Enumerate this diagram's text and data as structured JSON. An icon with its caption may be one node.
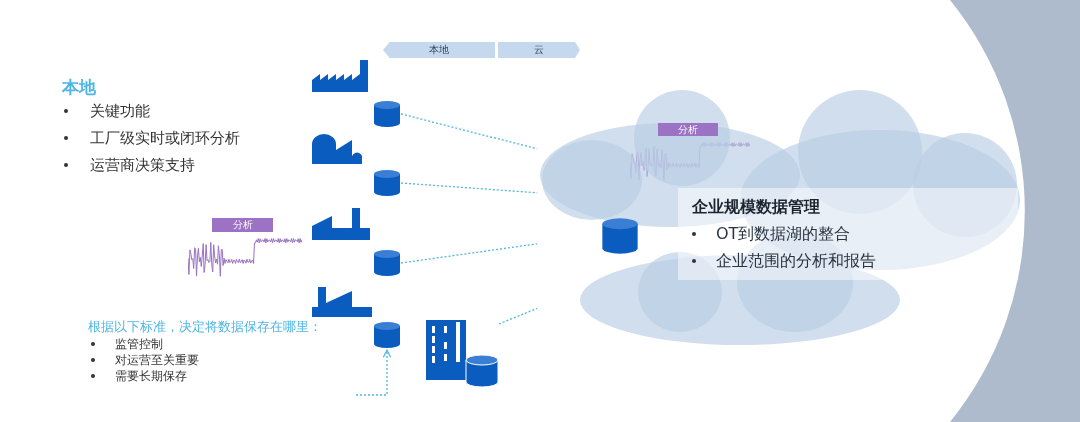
{
  "diagram": {
    "nodes": [
      {
        "text": [
          "本地"
        ]
      },
      {
        "text": [
          "云"
        ]
      },
      {
        "text": [
          "分析"
        ]
      },
      {
        "text": [
          "根据以下标准，决定将数据保存在哪里：",
          "监管控制",
          "对运营至关重要",
          "需要长期保存"
        ]
      },
      {
        "text": [],
        "shape": "cylinder"
      },
      {
        "text": [],
        "shape": "cylinder"
      },
      {
        "text": [],
        "shape": "cylinder"
      },
      {
        "text": [],
        "shape": "cylinder"
      },
      {
        "text": [],
        "shape": "picture"
      },
      {
        "text": [],
        "shape": "cloud"
      },
      {
        "text": [
          "分析"
        ],
        "in": 9
      },
      {
        "text": [],
        "shape": "cylinder",
        "in": 9
      },
      {
        "text": [
          "企业规模数据管理",
          "OT到数据湖的整合",
          "企业范围的分析和报告"
        ],
        "in": 9
      }
    ],
    "edges": [
      {
        "from": 4,
        "to": 9,
        "arrow": "none",
        "style": "dashed"
      },
      {
        "from": 5,
        "to": 9,
        "arrow": "none",
        "style": "dashed"
      },
      {
        "from": 6,
        "to": 9,
        "arrow": "none",
        "style": "dashed"
      },
      {
        "from": 8,
        "to": 9,
        "arrow": "none",
        "style": "dashed"
      },
      {
        "from": 3,
        "to": 7,
        "arrow": "to",
        "style": "dashed"
      }
    ],
    "labels": [
      "本地",
      "关键功能",
      "工厂级实时或闭环分析",
      "运营商决策支持"
    ]
  }
}
